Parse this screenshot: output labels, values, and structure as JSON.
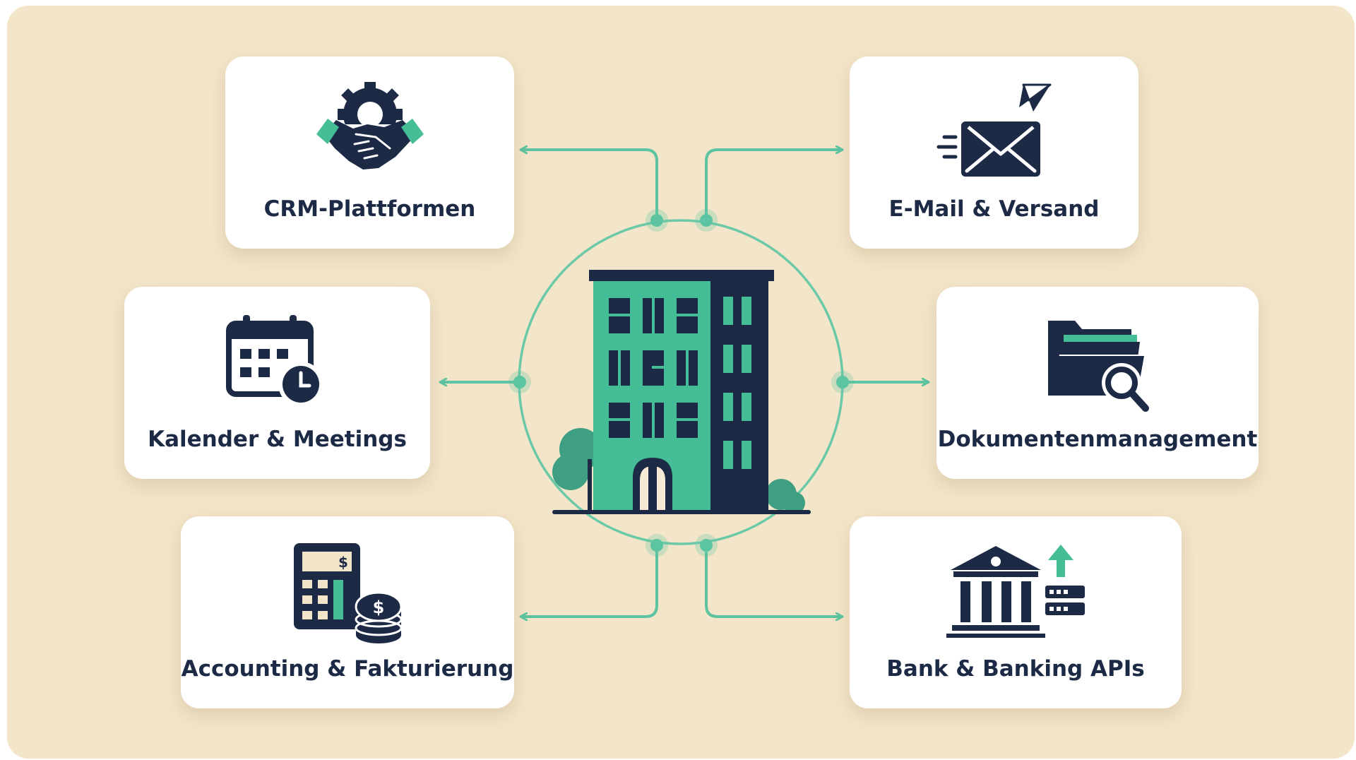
{
  "colors": {
    "background": "#f3e5c9",
    "card": "#ffffff",
    "navy": "#1c2a45",
    "green": "#45be98",
    "connector": "#5cc4a0"
  },
  "center": {
    "icon": "office-building-icon"
  },
  "nodes": [
    {
      "id": "crm",
      "label": "CRM-Plattformen",
      "icon": "handshake-gear-icon"
    },
    {
      "id": "email",
      "label": "E-Mail & Versand",
      "icon": "envelope-paper-plane-icon"
    },
    {
      "id": "calendar",
      "label": "Kalender & Meetings",
      "icon": "calendar-clock-icon"
    },
    {
      "id": "documents",
      "label": "Dokumentenmanagement",
      "icon": "folder-search-icon"
    },
    {
      "id": "accounting",
      "label": "Accounting & Fakturierung",
      "icon": "calculator-coins-icon"
    },
    {
      "id": "banking",
      "label": "Bank & Banking APIs",
      "icon": "bank-api-icon"
    }
  ]
}
